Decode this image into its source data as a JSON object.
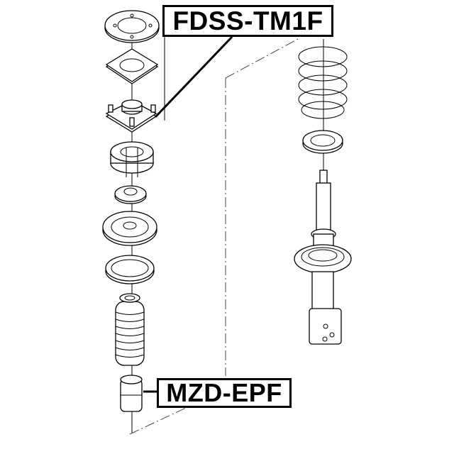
{
  "diagram": {
    "type": "exploded-view",
    "subject": "front strut / shock absorber assembly",
    "callouts": [
      {
        "id": "top",
        "label": "FDSS-TM1F",
        "points_to": "strut top mount"
      },
      {
        "id": "bottom",
        "label": "MZD-EPF",
        "points_to": "bump stop"
      }
    ],
    "left_stack_parts": [
      "mount-plate-ring",
      "gasket-plate",
      "strut-top-mount",
      "bearing-housing",
      "bearing-washer",
      "upper-spring-seat",
      "spring-insulator-ring",
      "dust-boot-bellows",
      "bump-stop"
    ],
    "right_assembly_parts": [
      "coil-spring",
      "lower-spring-insulator",
      "shock-absorber-strut"
    ],
    "colors": {
      "line": "#000000",
      "background": "#ffffff",
      "callout_border": "#000000"
    }
  }
}
